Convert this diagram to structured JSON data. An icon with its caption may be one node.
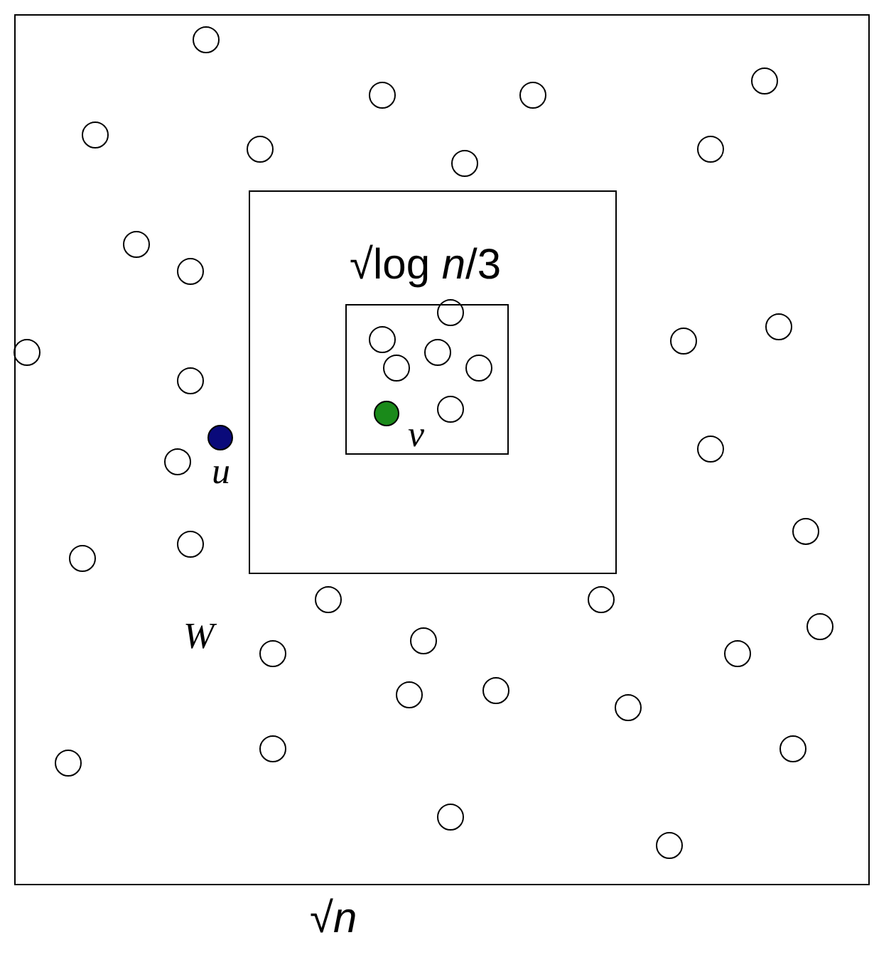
{
  "diagram": {
    "nodes": [
      {
        "text": [
          "W"
        ],
        "beside": [
          "√*n*"
        ]
      },
      {
        "text": [
          "√log *n*/3"
        ],
        "in": 0
      },
      {
        "text": [],
        "shape": "box",
        "in": 1
      },
      {
        "text": [],
        "shape": "circle",
        "in": 2,
        "beside": [
          "v"
        ]
      },
      {
        "text": [],
        "shape": "circle",
        "in": 0,
        "beside": [
          "u"
        ]
      }
    ]
  }
}
